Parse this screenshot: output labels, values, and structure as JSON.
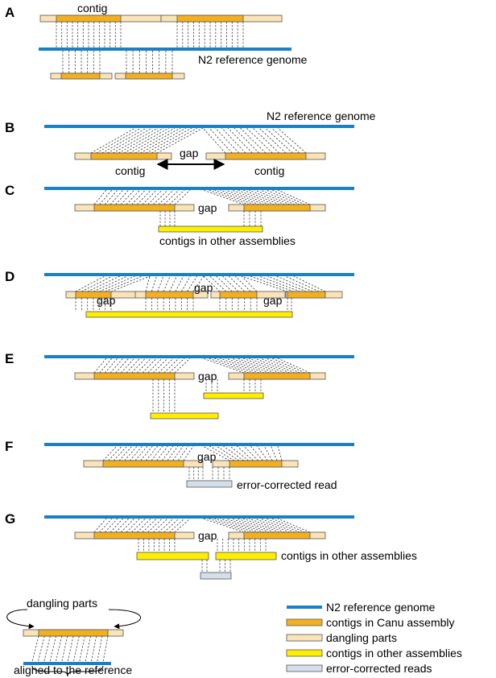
{
  "panels": {
    "A": {
      "letter": "A",
      "contig": "contig",
      "ref": "N2 reference genome"
    },
    "B": {
      "letter": "B",
      "ref": "N2 reference genome",
      "gap": "gap",
      "contig_left": "contig",
      "contig_right": "contig"
    },
    "C": {
      "letter": "C",
      "gap": "gap",
      "other": "contigs in other assemblies"
    },
    "D": {
      "letter": "D",
      "gap1": "gap",
      "gap2": "gap",
      "gap3": "gap"
    },
    "E": {
      "letter": "E",
      "gap": "gap"
    },
    "F": {
      "letter": "F",
      "gap": "gap",
      "read": "error-corrected read"
    },
    "G": {
      "letter": "G",
      "gap": "gap",
      "other": "contigs in other assemblies"
    }
  },
  "inset": {
    "dangling": "dangling parts",
    "aligned": "aligned to the reference"
  },
  "legend": {
    "reference": "N2 reference genome",
    "canu": "contigs in Canu assembly",
    "dangling": "dangling parts",
    "other": "contigs in other assemblies",
    "reads": "error-corrected reads"
  },
  "colors": {
    "reference": "#1a7fc9",
    "canu": "#f2b01e",
    "dangling": "#fbe3b8",
    "other": "#ffee00",
    "reads": "#d5dfea"
  }
}
